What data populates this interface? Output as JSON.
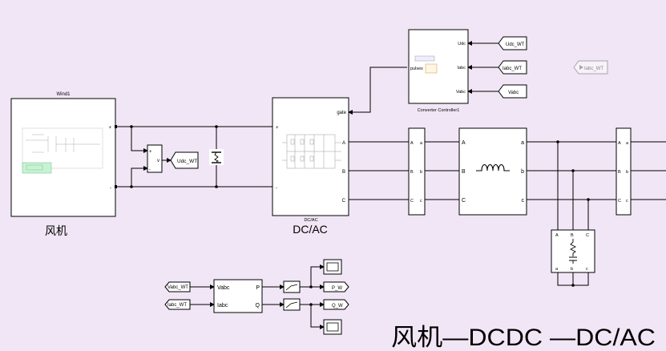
{
  "blocks": {
    "wind": {
      "title": "Wind1",
      "caption": "风机",
      "port_plus": "+",
      "port_minus": "-"
    },
    "vmeas": {
      "plus": "+",
      "v": "v",
      "minus": "-"
    },
    "dcac": {
      "title": "DC/AC",
      "caption": "DC/AC",
      "port_gate": "gate",
      "port_plus": "+",
      "port_minus": "-",
      "port_a": "A",
      "port_b": "B",
      "port_c": "C"
    },
    "controller": {
      "caption": "Converter Controller1",
      "in_pulses": "pulses",
      "port_udc": "Udc",
      "port_iabc": "Iabc",
      "port_vabc": "Vabc"
    },
    "meas1": {
      "a_in": "A",
      "b_in": "B",
      "c_in": "C",
      "a_out": "a",
      "b_out": "b",
      "c_out": "c"
    },
    "inductor": {
      "a_in": "A",
      "b_in": "B",
      "c_in": "C",
      "a_out": "a",
      "b_out": "b",
      "c_out": "c"
    },
    "meas2": {
      "a_in": "A",
      "b_in": "B",
      "c_in": "C",
      "a_out": "a",
      "b_out": "b",
      "c_out": "c"
    },
    "load": {
      "top_a": "A",
      "top_b": "B",
      "top_c": "C",
      "bot_a": "a",
      "bot_b": "b",
      "bot_c": "c"
    },
    "power": {
      "in_v": "Vabc",
      "in_i": "Iabc",
      "out_p": "P",
      "out_q": "Q"
    }
  },
  "tags": {
    "udc_goto": "Udc_WT",
    "udc_from": "Udc_WT",
    "iabc_from": "Iabc_WT",
    "vabc_from": "Vabc",
    "iabc_goto": "Iabc_WT",
    "vabc_in": "Vabc_WT",
    "iabc_in": "Iabc_WT",
    "p_goto": "P_W",
    "q_goto": "Q_W"
  },
  "footer": "风机—DCDC —DC/AC"
}
